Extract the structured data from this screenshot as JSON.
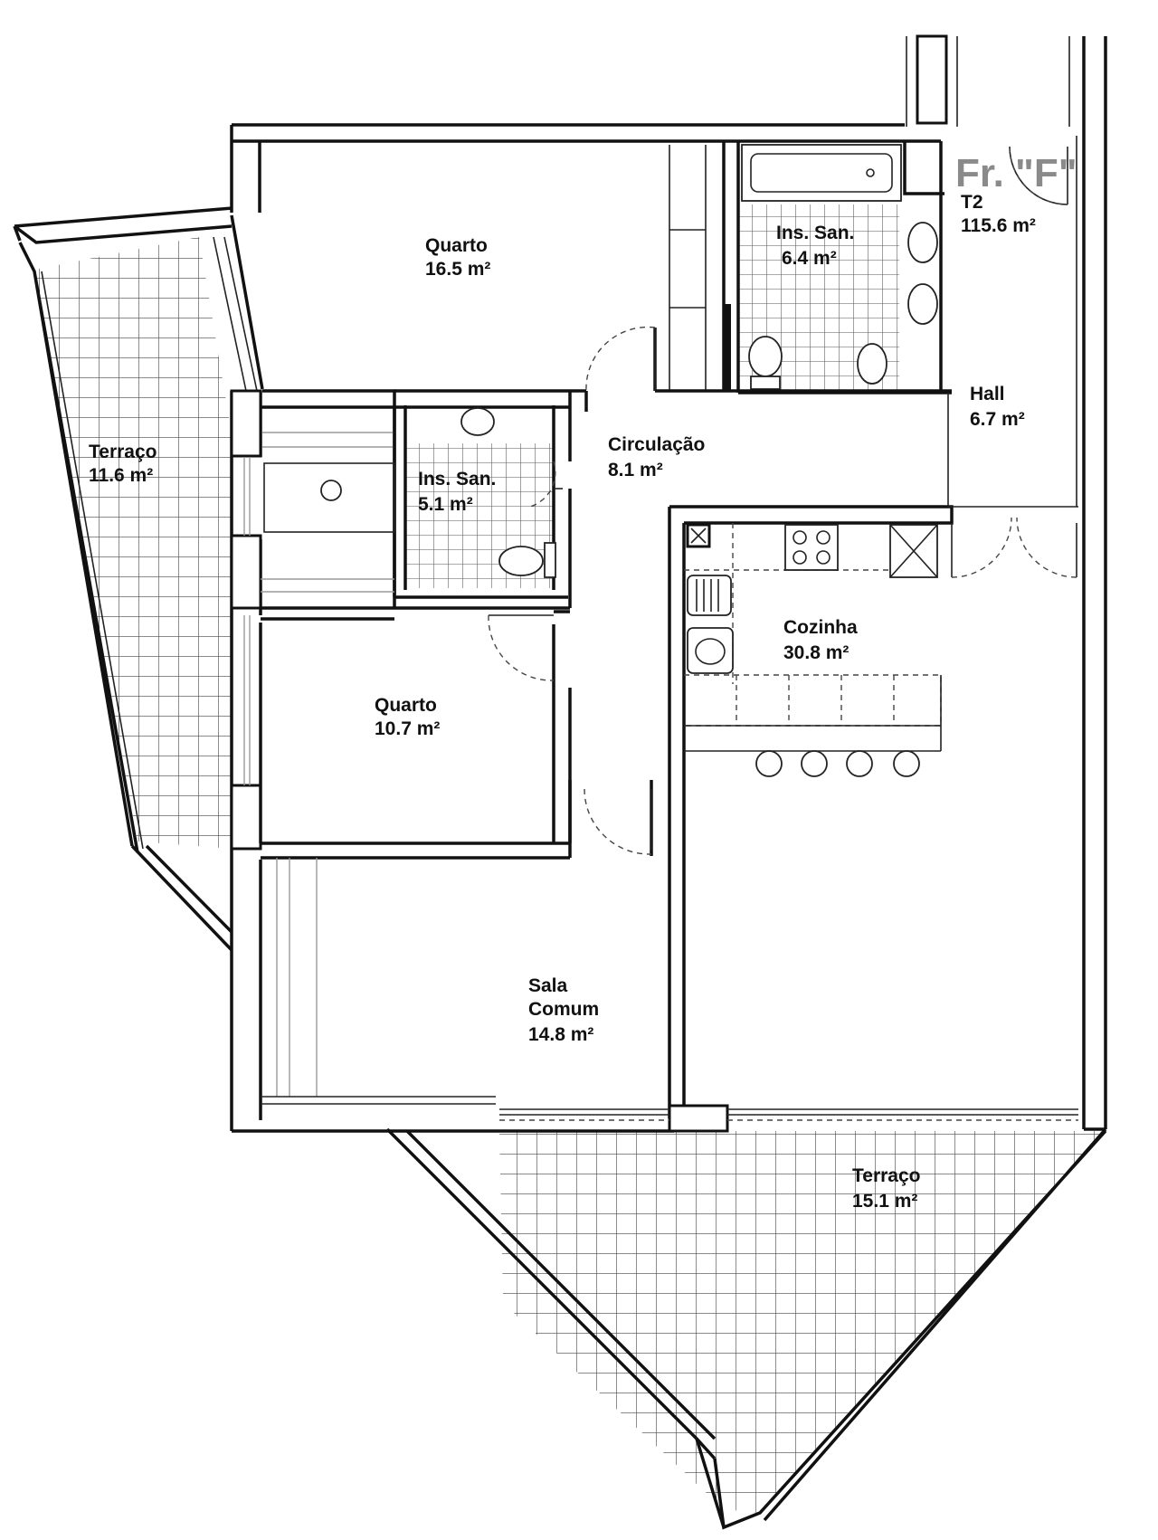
{
  "unit": {
    "fraction": "Fr. \"F\"",
    "type": "T2",
    "area": "115.6 m²"
  },
  "rooms": {
    "quarto_1": {
      "name": "Quarto",
      "area": "16.5 m²"
    },
    "ins_san_1": {
      "name": "Ins. San.",
      "area": "6.4 m²"
    },
    "hall": {
      "name": "Hall",
      "area": "6.7 m²"
    },
    "circulacao": {
      "name": "Circulação",
      "area": "8.1 m²"
    },
    "ins_san_2": {
      "name": "Ins. San.",
      "area": "5.1 m²"
    },
    "terraco_1": {
      "name": "Terraço",
      "area": "11.6 m²"
    },
    "cozinha": {
      "name": "Cozinha",
      "area": "30.8 m²"
    },
    "quarto_2": {
      "name": "Quarto",
      "area": "10.7 m²"
    },
    "sala": {
      "name_line1": "Sala",
      "name_line2": "Comum",
      "area": "14.8 m²"
    },
    "terraco_2": {
      "name": "Terraço",
      "area": "15.1 m²"
    }
  }
}
